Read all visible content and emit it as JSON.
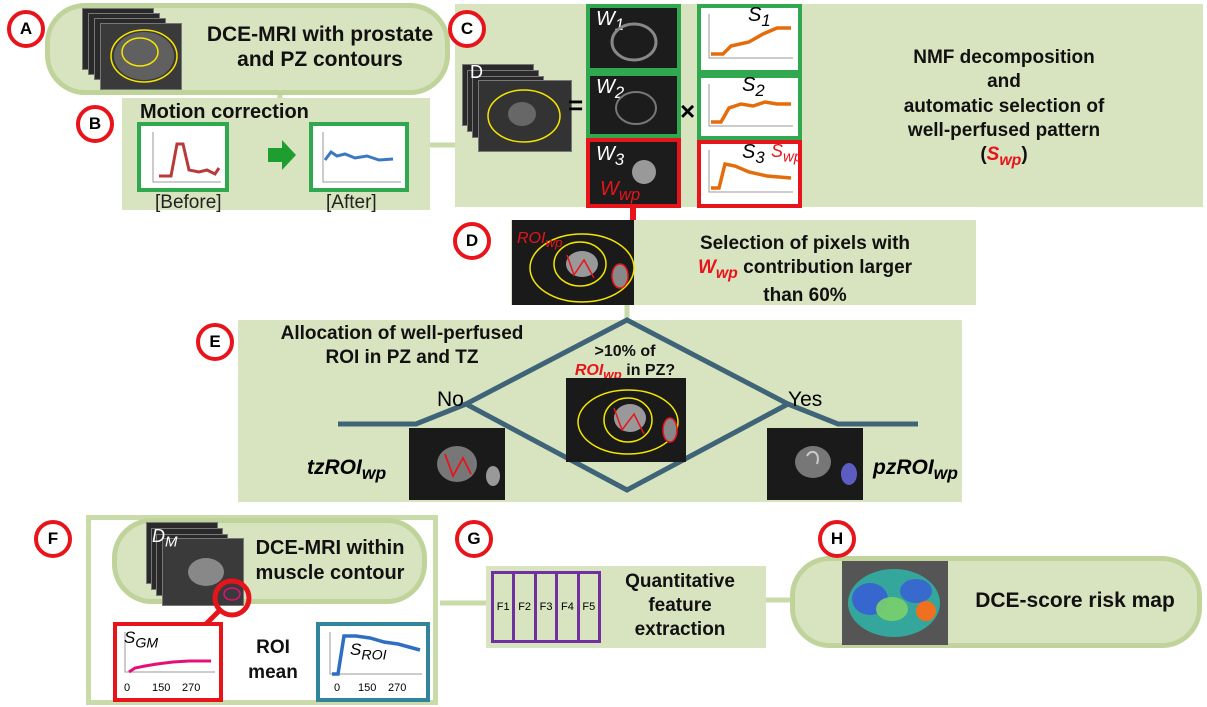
{
  "badges": {
    "a": "A",
    "b": "B",
    "c": "C",
    "d": "D",
    "e": "E",
    "f": "F",
    "g": "G",
    "h": "H"
  },
  "a": {
    "text": "DCE-MRI with prostate and PZ contours"
  },
  "b": {
    "title": "Motion correction",
    "before": "[Before]",
    "after": "[After]"
  },
  "c": {
    "d_label": "D",
    "eq": "=",
    "times": "×",
    "w1": "W",
    "w1_sub": "1",
    "w2": "W",
    "w2_sub": "2",
    "w3": "W",
    "w3_sub": "3",
    "wwp": "W",
    "wwp_sub": "wp",
    "s1": "S",
    "s1_sub": "1",
    "s2": "S",
    "s2_sub": "2",
    "s3": "S",
    "s3_sub": "3",
    "swp": "S",
    "swp_sub": "wp",
    "desc_line1": "NMF decomposition",
    "desc_line2": "and",
    "desc_line3": "automatic selection of",
    "desc_line4": "well-perfused pattern",
    "desc_sym_open": "(",
    "desc_sym": "S",
    "desc_sym_sub": "wp",
    "desc_sym_close": ")"
  },
  "d": {
    "roi": "ROI",
    "roi_sub": "wp",
    "line1": "Selection of pixels with",
    "w": "W",
    "w_sub": "wp",
    "line2_rest": "contribution larger",
    "line3": "than 60%"
  },
  "e": {
    "title_line1": "Allocation of well-perfused",
    "title_line2": "ROI in PZ and TZ",
    "q_line1": ">10% of",
    "q_roi": "ROI",
    "q_roi_sub": "wp",
    "q_rest": "in PZ?",
    "no": "No",
    "yes": "Yes",
    "tz": "tzROI",
    "tz_sub": "wp",
    "pz": "pzROI",
    "pz_sub": "wp"
  },
  "f": {
    "dm": "D",
    "dm_sub": "M",
    "text_line1": "DCE-MRI within",
    "text_line2": "muscle contour",
    "sgm": "S",
    "sgm_sub": "GM",
    "sroi": "S",
    "sroi_sub": "ROI",
    "mean_line1": "ROI",
    "mean_line2": "mean",
    "ticks": [
      "0",
      "150",
      "270"
    ]
  },
  "g": {
    "features": [
      "F1",
      "F2",
      "F3",
      "F4",
      "F5"
    ],
    "line1": "Quantitative",
    "line2": "feature",
    "line3": "extraction"
  },
  "h": {
    "text": "DCE-score risk map"
  },
  "colors": {
    "panel": "#d8e4c0",
    "green": "#2fa84f",
    "red": "#e8141b",
    "orange": "#e46c0a",
    "blue": "#4472c4",
    "magenta": "#e4107a",
    "teal": "#31849b",
    "arrow": "#3f6478"
  }
}
